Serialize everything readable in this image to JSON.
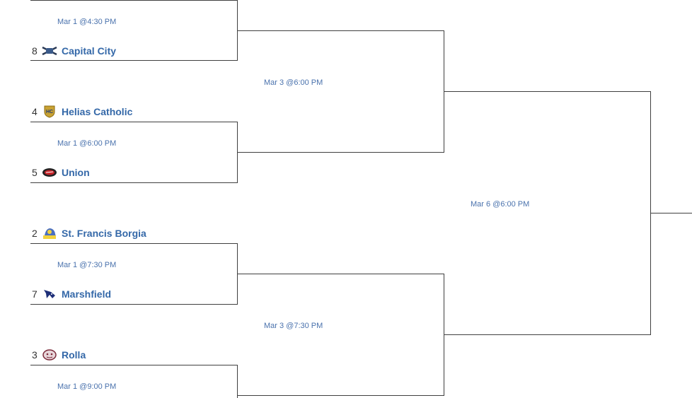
{
  "bracket": {
    "round1": [
      {
        "time": "Mar 1 @4:30 PM",
        "teams": [
          {
            "seed": "",
            "name": ""
          },
          {
            "seed": "8",
            "name": "Capital City",
            "logo": "capital-city-logo"
          }
        ]
      },
      {
        "time": "Mar 1 @6:00 PM",
        "teams": [
          {
            "seed": "4",
            "name": "Helias Catholic",
            "logo": "helias-catholic-logo"
          },
          {
            "seed": "5",
            "name": "Union",
            "logo": "union-logo"
          }
        ]
      },
      {
        "time": "Mar 1 @7:30 PM",
        "teams": [
          {
            "seed": "2",
            "name": "St. Francis Borgia",
            "logo": "st-francis-borgia-logo"
          },
          {
            "seed": "7",
            "name": "Marshfield",
            "logo": "marshfield-logo"
          }
        ]
      },
      {
        "time": "Mar 1 @9:00 PM",
        "teams": [
          {
            "seed": "3",
            "name": "Rolla",
            "logo": "rolla-logo"
          },
          {
            "seed": "",
            "name": ""
          }
        ]
      }
    ],
    "round2": [
      {
        "time": "Mar 3 @6:00 PM"
      },
      {
        "time": "Mar 3 @7:30 PM"
      }
    ],
    "final": {
      "time": "Mar 6 @6:00 PM"
    }
  },
  "colors": {
    "line": "#3f3f3f",
    "team_name": "#3468a8",
    "game_time": "#4a72ad",
    "seed": "#333333"
  }
}
